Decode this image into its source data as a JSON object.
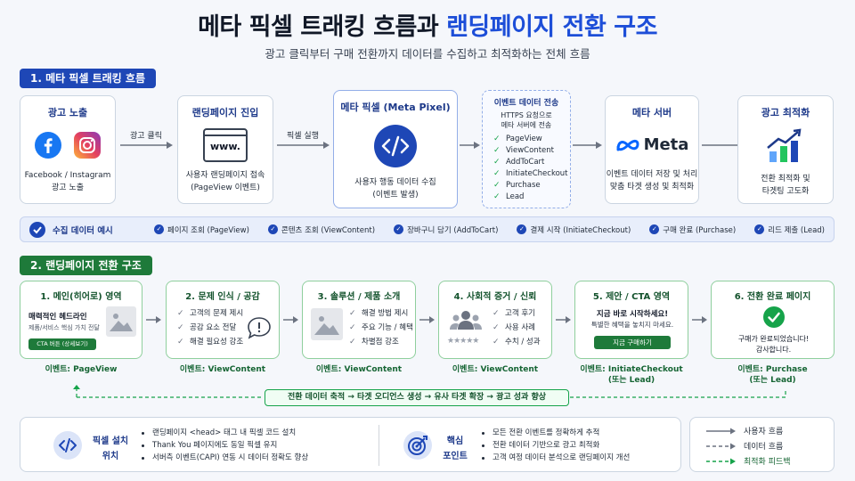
{
  "header": {
    "title_main": "메타 픽셀 트래킹 흐름과 ",
    "title_accent": "랜딩페이지 전환 구조",
    "subtitle": "광고 클릭부터 구매 전환까지 데이터를 수집하고 최적화하는 전체 흐름"
  },
  "section1": {
    "label": "1. 메타 픽셀 트래킹 흐름",
    "cards": {
      "ad": {
        "title": "광고 노출",
        "line1": "Facebook / Instagram",
        "line2": "광고 노출"
      },
      "landing": {
        "title": "랜딩페이지 진입",
        "icon_text": "www.",
        "line1": "사용자 랜딩페이지 접속",
        "line2": "(PageView 이벤트)"
      },
      "pixel": {
        "title": "메타 픽셀 (Meta Pixel)",
        "line1": "사용자 행동 데이터 수집",
        "line2": "(이벤트 발생)"
      },
      "transfer": {
        "title": "이벤트 데이터 전송",
        "line1": "HTTPS 요청으로",
        "line2": "메타 서버에 전송",
        "events": [
          "PageView",
          "ViewContent",
          "AddToCart",
          "InitiateCheckout",
          "Purchase",
          "Lead"
        ]
      },
      "server": {
        "title": "메타 서버",
        "logo_text": "Meta",
        "line1": "이벤트 데이터 저장 및 처리",
        "line2": "맞춤 타겟 생성 및 최적화"
      },
      "optimize": {
        "title": "광고 최적화",
        "line1": "전환 최적화 및",
        "line2": "타겟팅 고도화"
      }
    },
    "arrows": {
      "a1": "광고 클릭",
      "a2": "픽셀 실행"
    }
  },
  "strip": {
    "label": "수집 데이터 예시",
    "items": [
      "페이지 조회 (PageView)",
      "콘텐츠 조회 (ViewContent)",
      "장바구니 담기 (AddToCart)",
      "결제 시작 (InitiateCheckout)",
      "구매 완료 (Purchase)",
      "리드 제출 (Lead)"
    ]
  },
  "section2": {
    "label": "2. 랜딩페이지 전환 구조",
    "cards": [
      {
        "title": "1. 메인(히어로) 영역",
        "headline": "매력적인 헤드라인",
        "sub": "제품/서비스 핵심 가치 전달",
        "button": "CTA 버튼 (상세보기)",
        "event": "이벤트: PageView"
      },
      {
        "title": "2. 문제 인식 / 공감",
        "bullets": [
          "고객의 문제 제시",
          "공감 요소 전달",
          "해결 필요성 강조"
        ],
        "event": "이벤트: ViewContent"
      },
      {
        "title": "3. 솔루션 / 제품 소개",
        "bullets": [
          "해결 방법 제시",
          "주요 기능 / 혜택",
          "차별점 강조"
        ],
        "event": "이벤트: ViewContent"
      },
      {
        "title": "4. 사회적 증거 / 신뢰",
        "bullets": [
          "고객 후기",
          "사용 사례",
          "수치 / 성과"
        ],
        "event": "이벤트: ViewContent"
      },
      {
        "title": "5. 제안 / CTA 영역",
        "line1": "지금 바로 시작하세요!",
        "line2": "특별한 혜택을 놓치지 마세요.",
        "button": "지금 구매하기",
        "event": "이벤트: InitiateCheckout",
        "event2": "(또는 Lead)"
      },
      {
        "title": "6. 전환 완료 페이지",
        "line1": "구매가 완료되었습니다!",
        "line2": "감사합니다.",
        "event": "이벤트: Purchase",
        "event2": "(또는 Lead)"
      }
    ],
    "feedback": "전환 데이터 축적 → 타겟 오디언스 생성 → 유사 타겟 확장 → 광고 성과 향상"
  },
  "bottom": {
    "install": {
      "title1": "픽셀 설치",
      "title2": "위치",
      "items": [
        "랜딩페이지 <head> 태그 내 픽셀 코드 설치",
        "Thank You 페이지에도 동일 픽셀 유지",
        "서버측 이벤트(CAPI) 연동 시 데이터 정확도 향상"
      ]
    },
    "core": {
      "title1": "핵심",
      "title2": "포인트",
      "items": [
        "모든 전환 이벤트를 정확하게 추적",
        "전환 데이터 기반으로 광고 최적화",
        "고객 여정 데이터 분석으로 랜딩페이지 개선"
      ]
    },
    "legend": [
      "사용자 흐름",
      "데이터 흐름",
      "최적화 피드백"
    ]
  },
  "colors": {
    "primary": "#1e47b6",
    "green": "#1e7a3a",
    "meta_blue": "#0866ff"
  }
}
